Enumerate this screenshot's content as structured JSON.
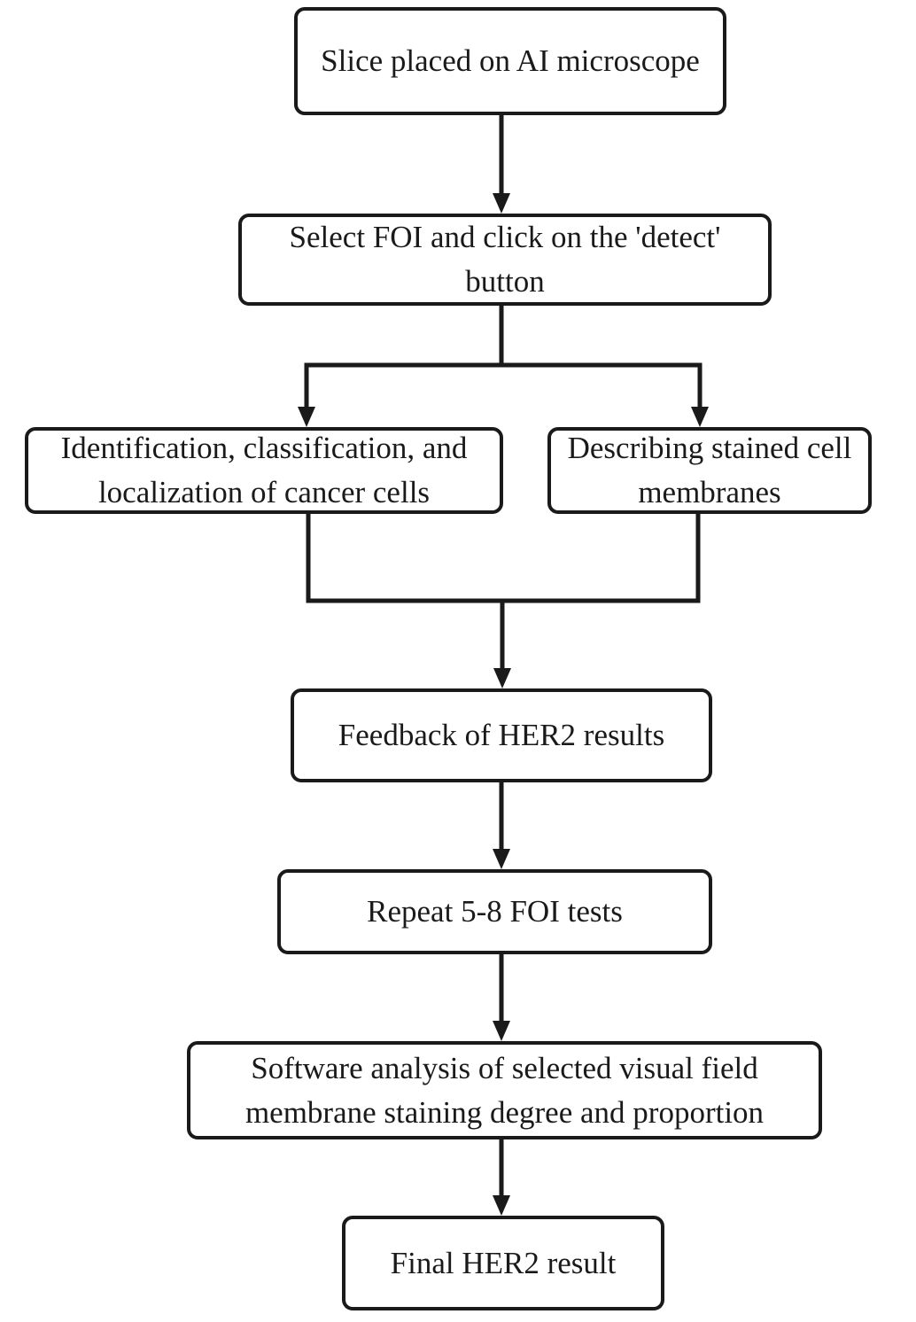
{
  "flowchart": {
    "steps": {
      "slice": "Slice placed on AI microscope",
      "select": "Select FOI and click on the 'detect' button",
      "identification": "Identification, classification, and localization of cancer cells",
      "describing": "Describing stained cell membranes",
      "feedback": "Feedback of HER2 results",
      "repeat": "Repeat 5-8 FOI tests",
      "software": "Software analysis of selected visual field membrane staining degree and proportion",
      "final": "Final HER2 result"
    },
    "line_color": "#1a1a1a"
  }
}
